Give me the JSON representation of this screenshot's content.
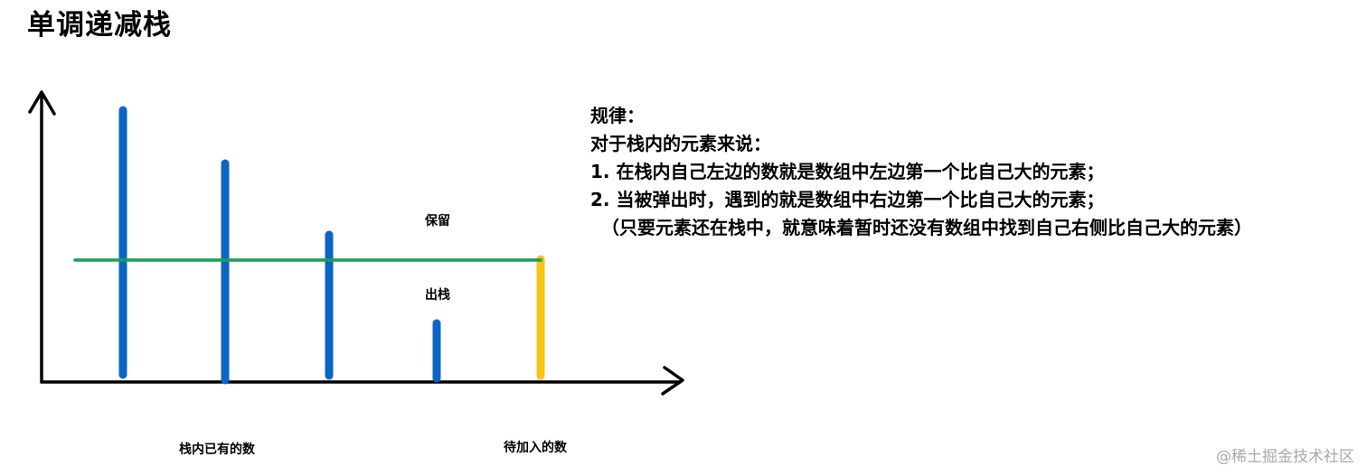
{
  "title": "单调递减栈",
  "labels": {
    "keep": "保留",
    "pop": "出栈",
    "existing": "栈内已有的数",
    "incoming": "待加入的数"
  },
  "rules": {
    "heading": "规律：",
    "intro": "对于栈内的元素来说：",
    "item1": "1. 在栈内自己左边的数就是数组中左边第一个比自己大的元素；",
    "item2": "2. 当被弹出时，遇到的就是数组中右边第一个比自己大的元素；",
    "note": "（只要元素还在栈中，就意味着暂时还没有数组中找到自己右侧比自己大的元素）"
  },
  "watermark": "@稀土掘金技术社区",
  "colors": {
    "stack_bar": "#0a66c2",
    "incoming_bar": "#f5c518",
    "threshold_line": "#1a9e5a",
    "axes": "#000000"
  }
}
